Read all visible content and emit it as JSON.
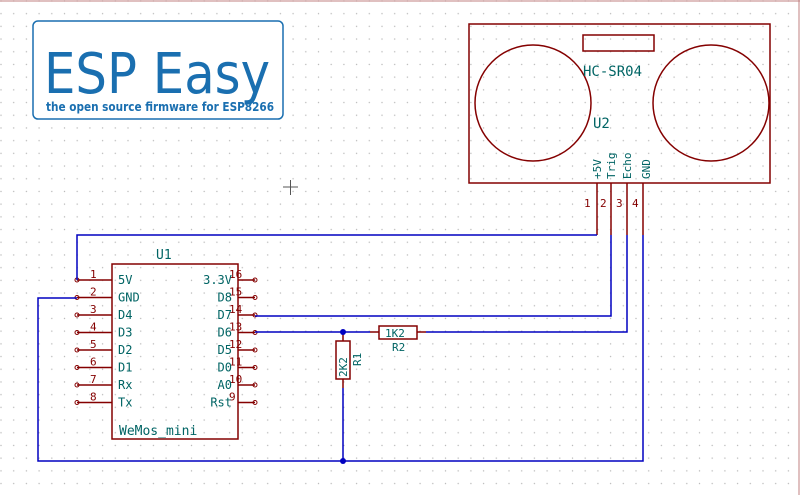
{
  "colors": {
    "background": "#ffffff",
    "grid_dot": "#b8b8b8",
    "component_outline": "#840000",
    "pin_number": "#840000",
    "wire": "#0000c0",
    "component_text": "#006464",
    "ref_text": "#006464",
    "logo_blue": "#1a6fb0"
  },
  "logo": {
    "title": "ESP Easy",
    "subtitle": "the open source firmware for ESP8266"
  },
  "sensor": {
    "name": "HC-SR04",
    "ref": "U2",
    "pins": [
      {
        "label": "+5V",
        "number": "1"
      },
      {
        "label": "Trig",
        "number": "2"
      },
      {
        "label": "Echo",
        "number": "3"
      },
      {
        "label": "GND",
        "number": "4"
      }
    ]
  },
  "mcu": {
    "ref": "U1",
    "value": "WeMos_mini",
    "left_pins": [
      {
        "number": "1",
        "label": "5V"
      },
      {
        "number": "2",
        "label": "GND"
      },
      {
        "number": "3",
        "label": "D4"
      },
      {
        "number": "4",
        "label": "D3"
      },
      {
        "number": "5",
        "label": "D2"
      },
      {
        "number": "6",
        "label": "D1"
      },
      {
        "number": "7",
        "label": "Rx"
      },
      {
        "number": "8",
        "label": "Tx"
      }
    ],
    "right_pins": [
      {
        "number": "16",
        "label": "3.3V"
      },
      {
        "number": "15",
        "label": "D8"
      },
      {
        "number": "14",
        "label": "D7"
      },
      {
        "number": "13",
        "label": "D6"
      },
      {
        "number": "12",
        "label": "D5"
      },
      {
        "number": "11",
        "label": "D0"
      },
      {
        "number": "10",
        "label": "A0"
      },
      {
        "number": "9",
        "label": "Rst"
      }
    ]
  },
  "resistors": [
    {
      "ref": "R1",
      "value": "2K2"
    },
    {
      "ref": "R2",
      "value": "1K2"
    }
  ]
}
